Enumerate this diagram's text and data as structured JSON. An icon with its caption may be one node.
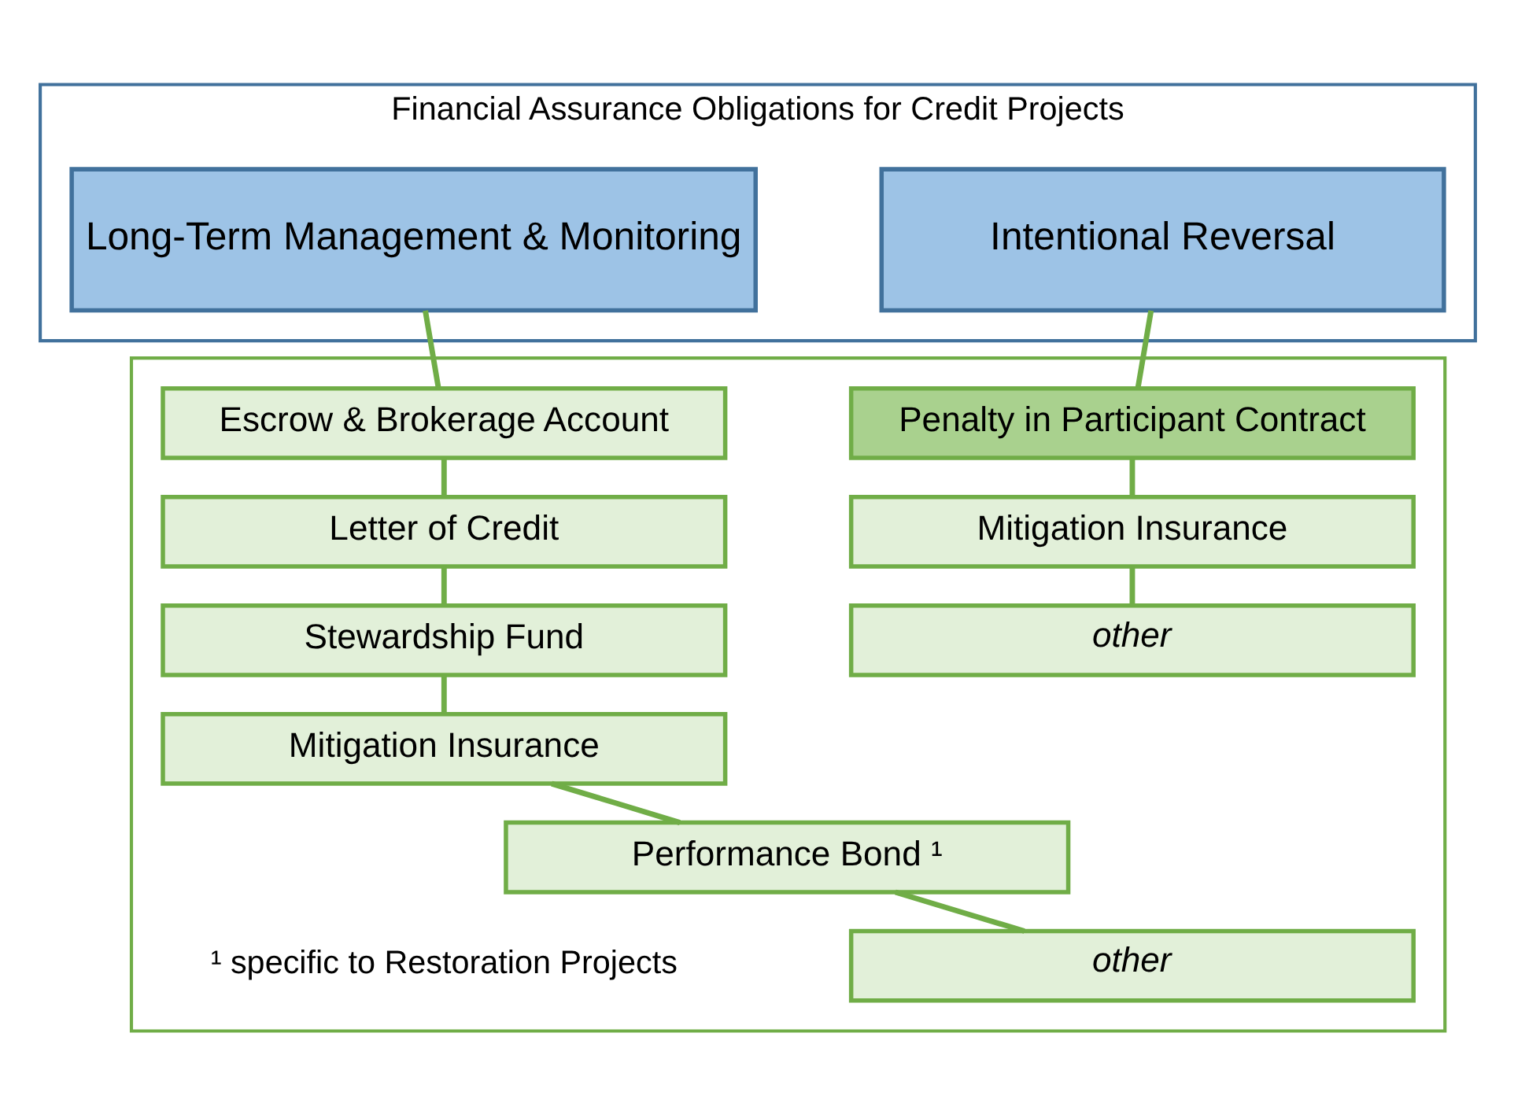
{
  "diagram": {
    "nodes": [
      {
        "text": [
          "Financial Assurance Obligations for Credit Projects"
        ]
      },
      {
        "text": [
          "Long-Term Management & Monitoring"
        ],
        "in": 0
      },
      {
        "text": [
          "Intentional Reversal"
        ],
        "in": 0
      },
      {
        "text": [],
        "shape": "box"
      },
      {
        "text": [
          "Escrow & Brokerage Account"
        ],
        "in": 3
      },
      {
        "text": [
          "Letter of Credit"
        ],
        "in": 3
      },
      {
        "text": [
          "Stewardship Fund"
        ],
        "in": 3
      },
      {
        "text": [
          "Mitigation Insurance"
        ],
        "in": 3
      },
      {
        "text": [
          "Performance Bond ¹"
        ],
        "in": 3
      },
      {
        "text": [
          "other"
        ],
        "in": 3
      },
      {
        "text": [
          "Penalty in Participant Contract"
        ],
        "in": 3
      },
      {
        "text": [
          "Mitigation Insurance"
        ],
        "in": 3
      },
      {
        "text": [
          "other"
        ],
        "in": 3
      }
    ],
    "edges": [
      {
        "from": 1,
        "to": 4,
        "arrow": "none"
      },
      {
        "from": 4,
        "to": 5,
        "arrow": "none"
      },
      {
        "from": 5,
        "to": 6,
        "arrow": "none"
      },
      {
        "from": 6,
        "to": 7,
        "arrow": "none"
      },
      {
        "from": 7,
        "to": 8,
        "arrow": "none"
      },
      {
        "from": 8,
        "to": 9,
        "arrow": "none"
      },
      {
        "from": 2,
        "to": 10,
        "arrow": "none"
      },
      {
        "from": 10,
        "to": 11,
        "arrow": "none"
      },
      {
        "from": 11,
        "to": 12,
        "arrow": "none"
      }
    ],
    "labels": [
      "¹ specific to Restoration Projects"
    ]
  }
}
